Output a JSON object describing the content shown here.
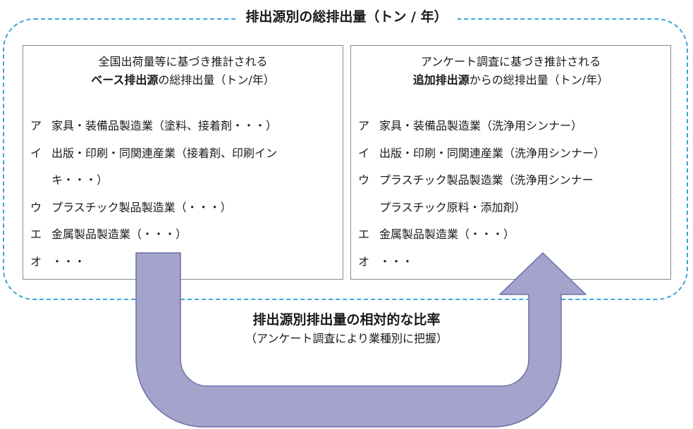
{
  "title": "排出源別の総排出量（トン / 年）",
  "left_panel": {
    "heading_line1": "全国出荷量等に基づき推計される",
    "heading_bold": "ベース排出源",
    "heading_rest": "の総排出量（トン/年）",
    "items": [
      {
        "key": "ア",
        "text": "家具・装備品製造業（塗料、接着剤・・・）"
      },
      {
        "key": "イ",
        "text": "出版・印刷・同関連産業（接着剤、印刷イン",
        "cont": "キ・・・）"
      },
      {
        "key": "ウ",
        "text": "プラスチック製品製造業（・・・）"
      },
      {
        "key": "エ",
        "text": "金属製品製造業（・・・）"
      },
      {
        "key": "オ",
        "text": "・・・"
      }
    ]
  },
  "right_panel": {
    "heading_line1": "アンケート調査に基づき推計される",
    "heading_bold": "追加排出源",
    "heading_rest": "からの総排出量（トン/年）",
    "items": [
      {
        "key": "ア",
        "text": "家具・装備品製造業（洗浄用シンナー）"
      },
      {
        "key": "イ",
        "text": "出版・印刷・同関連産業（洗浄用シンナー）"
      },
      {
        "key": "ウ",
        "text": "プラスチック製品製造業（洗浄用シンナー",
        "cont": "プラスチック原料・添加剤）"
      },
      {
        "key": "エ",
        "text": "金属製品製造業（・・・）"
      },
      {
        "key": "オ",
        "text": "・・・"
      }
    ]
  },
  "flow": {
    "title": "排出源別排出量の相対的な比率",
    "subtitle": "（アンケート調査により業種別に把握）"
  },
  "colors": {
    "dashed_frame": "#3ba8d6",
    "arrow_fill": "#a3a3cc",
    "arrow_stroke": "#6e6ea8",
    "panel_border": "#8a8a8a"
  }
}
